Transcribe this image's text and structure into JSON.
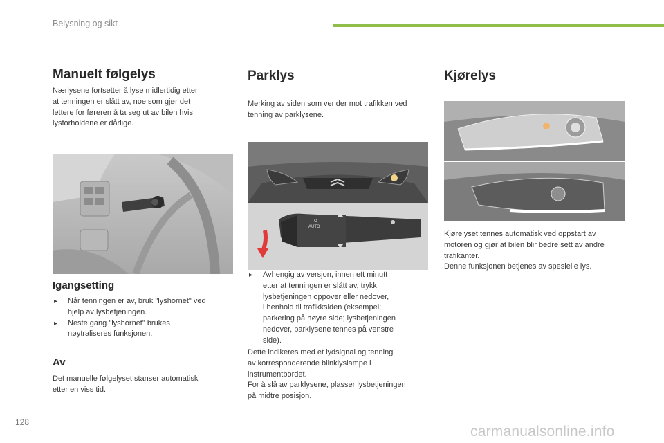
{
  "header": {
    "section": "Belysning og sikt",
    "accent": "#8fbf4a"
  },
  "col1": {
    "title": "Manuelt følgelys",
    "intro": [
      "Nærlysene fortsetter å lyse midlertidig etter",
      "at tenningen er slått av, noe som gjør det",
      "lettere for føreren å ta seg ut av bilen hvis",
      "lysforholdene er dårlige."
    ],
    "sub1_title": "Igangsetting",
    "sub1_items": [
      [
        "Når tenningen er av, bruk \"lyshornet\" ved",
        "hjelp av lysbetjeningen."
      ],
      [
        "Neste gang \"lyshornet\" brukes",
        "nøytraliseres funksjonen."
      ]
    ],
    "sub2_title": "Av",
    "sub2_text": [
      "Det manuelle følgelyset stanser automatisk",
      "etter en viss tid."
    ]
  },
  "col2": {
    "title": "Parklys",
    "intro": [
      "Merking av siden som vender mot trafikken ved",
      "tenning av parklysene."
    ],
    "stalk_labels": {
      "auto": "AUTO",
      "o": "O"
    },
    "bullet": [
      "Avhengig av versjon, innen ett minutt",
      "etter at tenningen er slått av, trykk",
      "lysbetjeningen oppover eller nedover,",
      "i henhold til trafikksiden (eksempel:",
      "parkering på høyre side; lysbetjeningen",
      "nedover, parklysene tennes på venstre",
      "side)."
    ],
    "after": [
      "Dette indikeres med et lydsignal og tenning",
      "av korresponderende blinklyslampe i",
      "instrumentbordet.",
      "For å slå av parklysene, plasser lysbetjeningen",
      "på midtre posisjon."
    ]
  },
  "col3": {
    "title": "Kjørelys",
    "text": [
      "Kjørelyset tennes automatisk ved oppstart av",
      "motoren og gjør at bilen blir bedre sett av andre",
      "trafikanter.",
      "Denne funksjonen betjenes av spesielle lys."
    ]
  },
  "footer": {
    "page": "128",
    "watermark": "carmanualsonline.info"
  },
  "bullet_icon": "arrow-bullet-icon"
}
